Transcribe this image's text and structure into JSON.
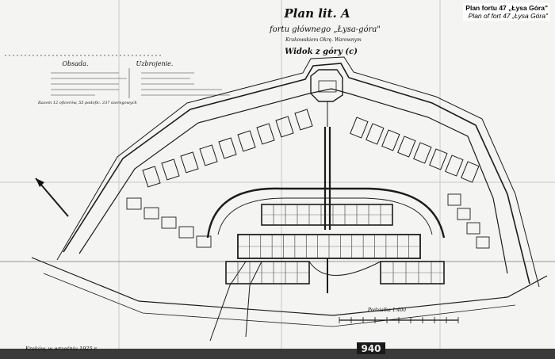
{
  "caption": {
    "title_pl": "Plan fortu 47 „Łysa Góra\"",
    "title_en": "Plan of fort 47 „Łysa Góra\""
  },
  "drawing": {
    "heading_line1": "Plan lit. A",
    "heading_line2": "fortu głównego „Łysa-góra\"",
    "heading_line3": "Krakowskiem Okrę. Warownym",
    "heading_line4": "Widok z góry (c)",
    "legend_left_title": "Obsada.",
    "legend_right_title": "Uzbrojenie.",
    "legend_note": "Razem 12 oficerów, 55 podofic. 337 szeregowych",
    "scale_label": "Podziałka 1:400",
    "date_note": "Kraków, w wrześniu 1925 r.",
    "sheet_number": "940"
  }
}
